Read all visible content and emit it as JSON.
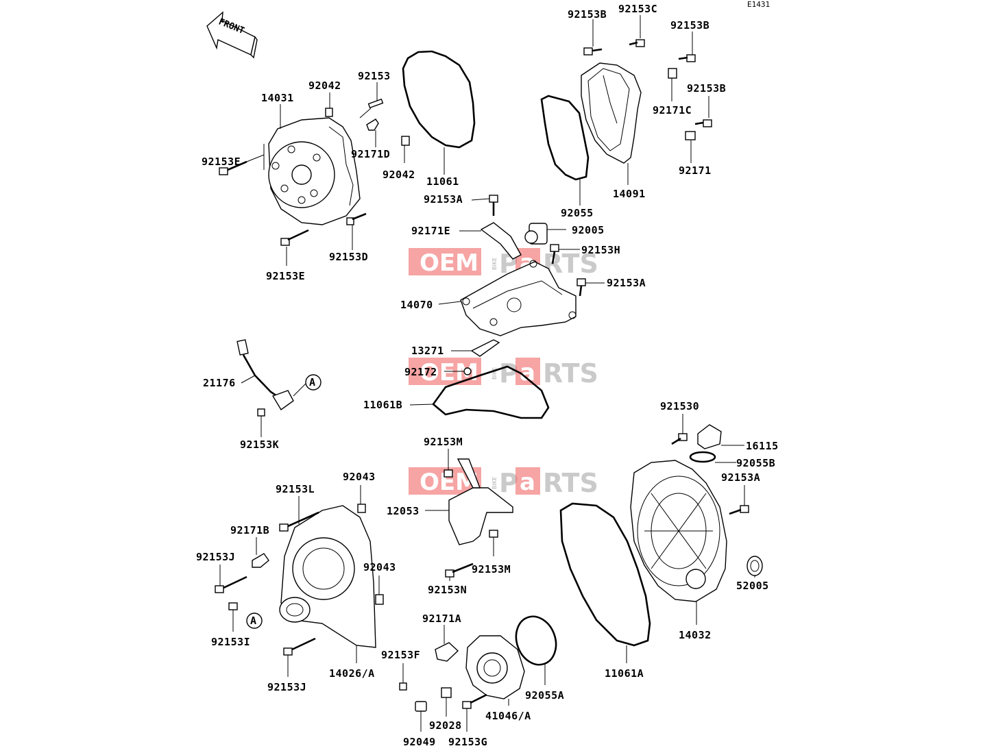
{
  "diagram_code": "E1431",
  "front_label": "FRONT",
  "ref_marker": "A",
  "watermark": {
    "oem": "OEM",
    "bike": "BIKE",
    "parts_p": "P",
    "parts_a": "a",
    "parts_rts": "RTS",
    "color": "#ee5a5a"
  },
  "labels": [
    {
      "id": "p14031",
      "text": "14031"
    },
    {
      "id": "p92042a",
      "text": "92042"
    },
    {
      "id": "p92153",
      "text": "92153"
    },
    {
      "id": "p92153E_top",
      "text": "92153E"
    },
    {
      "id": "p92171D",
      "text": "92171D"
    },
    {
      "id": "p92042b",
      "text": "92042"
    },
    {
      "id": "p11061",
      "text": "11061"
    },
    {
      "id": "p92153D",
      "text": "92153D"
    },
    {
      "id": "p92153E_bot",
      "text": "92153E"
    },
    {
      "id": "p92153B_a",
      "text": "92153B"
    },
    {
      "id": "p92153C",
      "text": "92153C"
    },
    {
      "id": "p92153B_b",
      "text": "92153B"
    },
    {
      "id": "p92153B_c",
      "text": "92153B"
    },
    {
      "id": "p92171C",
      "text": "92171C"
    },
    {
      "id": "p92171",
      "text": "92171"
    },
    {
      "id": "p14091",
      "text": "14091"
    },
    {
      "id": "p92055",
      "text": "92055"
    },
    {
      "id": "p92153A_a",
      "text": "92153A"
    },
    {
      "id": "p92171E",
      "text": "92171E"
    },
    {
      "id": "p92005",
      "text": "92005"
    },
    {
      "id": "p92153H",
      "text": "92153H"
    },
    {
      "id": "p92153A_b",
      "text": "92153A"
    },
    {
      "id": "p14070",
      "text": "14070"
    },
    {
      "id": "p13271",
      "text": "13271"
    },
    {
      "id": "p92172",
      "text": "92172"
    },
    {
      "id": "p11061B",
      "text": "11061B"
    },
    {
      "id": "p21176",
      "text": "21176"
    },
    {
      "id": "p92153K",
      "text": "92153K"
    },
    {
      "id": "p921530",
      "text": "921530"
    },
    {
      "id": "p16115",
      "text": "16115"
    },
    {
      "id": "p92055B",
      "text": "92055B"
    },
    {
      "id": "p92153A_c",
      "text": "92153A"
    },
    {
      "id": "p52005",
      "text": "52005"
    },
    {
      "id": "p14032",
      "text": "14032"
    },
    {
      "id": "p11061A",
      "text": "11061A"
    },
    {
      "id": "p92153M_a",
      "text": "92153M"
    },
    {
      "id": "p12053",
      "text": "12053"
    },
    {
      "id": "p92153M_b",
      "text": "92153M"
    },
    {
      "id": "p92153N",
      "text": "92153N"
    },
    {
      "id": "p92043a",
      "text": "92043"
    },
    {
      "id": "p92153L",
      "text": "92153L"
    },
    {
      "id": "p92171B",
      "text": "92171B"
    },
    {
      "id": "p92153J_a",
      "text": "92153J"
    },
    {
      "id": "p92043b",
      "text": "92043"
    },
    {
      "id": "p92153I",
      "text": "92153I"
    },
    {
      "id": "p92153J_b",
      "text": "92153J"
    },
    {
      "id": "p14026A",
      "text": "14026/A"
    },
    {
      "id": "p92171A",
      "text": "92171A"
    },
    {
      "id": "p92153F",
      "text": "92153F"
    },
    {
      "id": "p92055A",
      "text": "92055A"
    },
    {
      "id": "p41046A",
      "text": "41046/A"
    },
    {
      "id": "p92028",
      "text": "92028"
    },
    {
      "id": "p92049",
      "text": "92049"
    },
    {
      "id": "p92153G",
      "text": "92153G"
    }
  ]
}
